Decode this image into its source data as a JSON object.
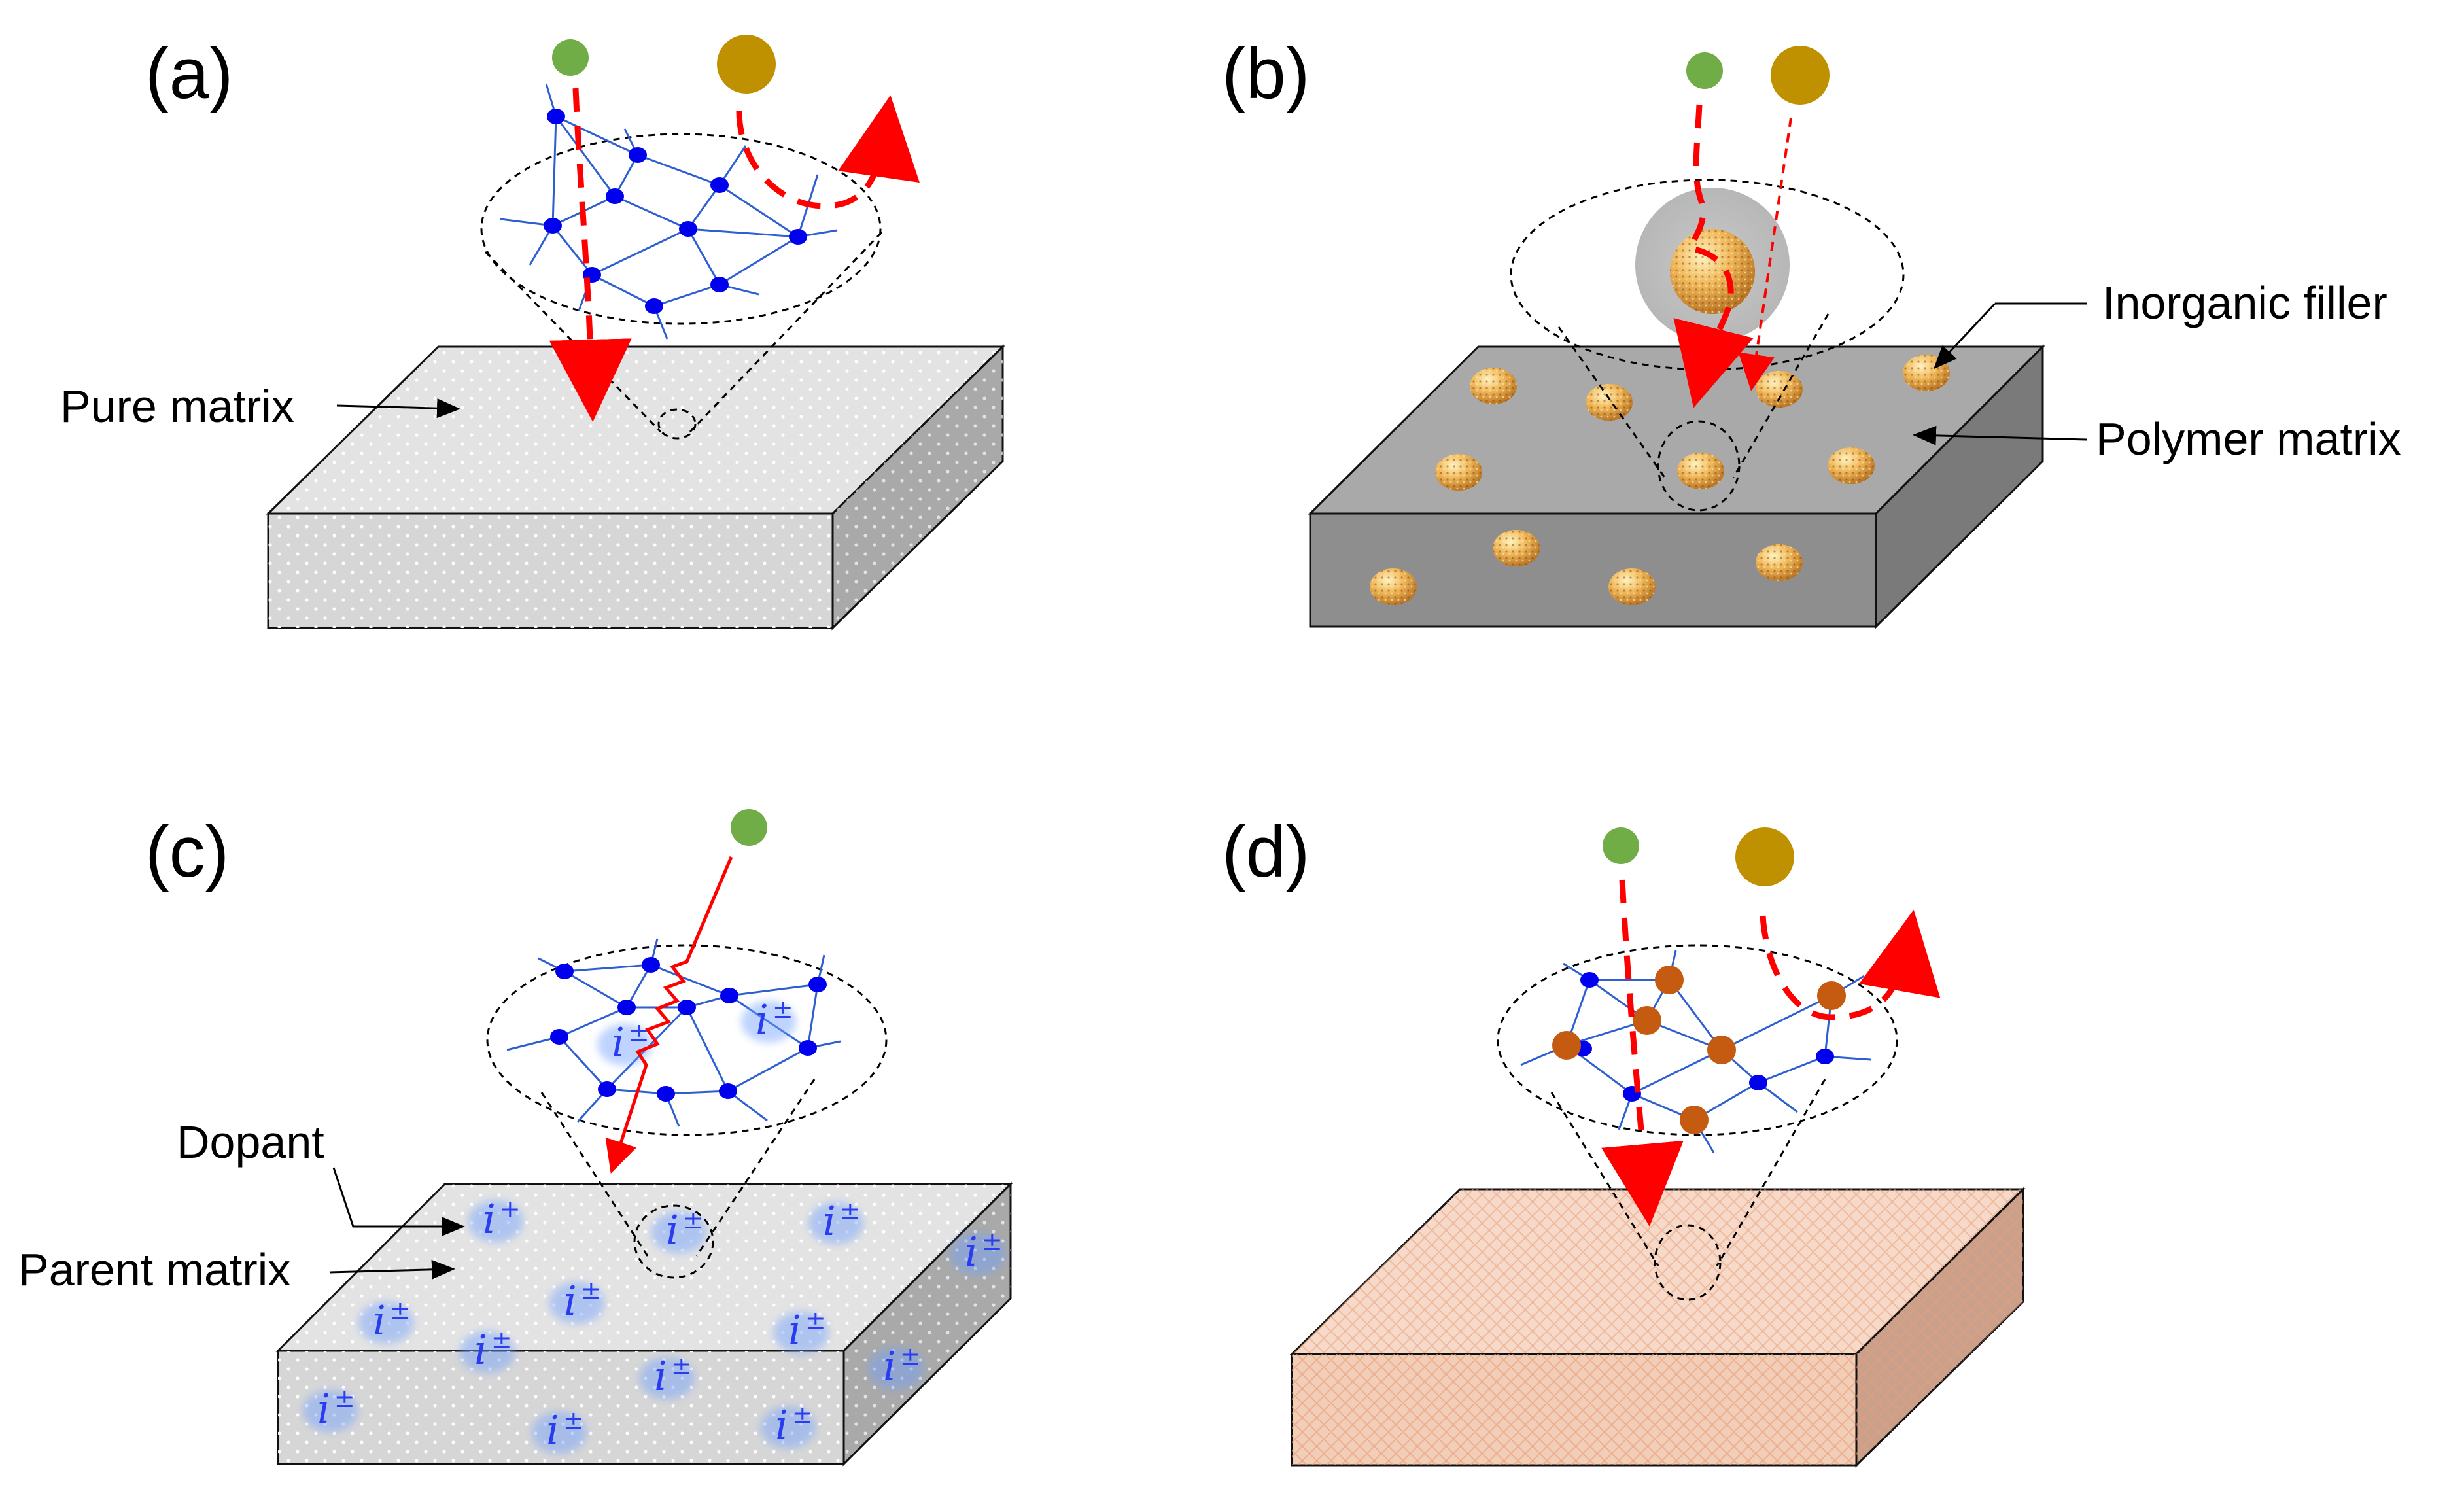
{
  "panels": [
    {
      "letter": "(a)",
      "callouts": [
        "Pure matrix"
      ]
    },
    {
      "letter": "(b)",
      "callouts": [
        "Inorganic filler",
        "Polymer matrix"
      ]
    },
    {
      "letter": "(c)",
      "callouts": [
        "Dopant",
        "Parent matrix"
      ]
    },
    {
      "letter": "(d)",
      "callouts": []
    }
  ],
  "ion_symbols": {
    "base": "i",
    "plus": "+",
    "plus_minus": "±"
  },
  "colors": {
    "small_particle": "#70ad47",
    "large_particle": "#bf9000",
    "path_arrow": "#ff0000",
    "network_bond": "#2e5fd1",
    "network_node": "#0000ee",
    "dopant_node": "#c55a11",
    "pure_matrix": "#e3e3e3",
    "polymer_matrix": "#a9a9a9",
    "doped_matrix": "#e3e3e3",
    "hybrid_matrix": "#f6d9c8",
    "filler_particle": "#e8a64a"
  }
}
